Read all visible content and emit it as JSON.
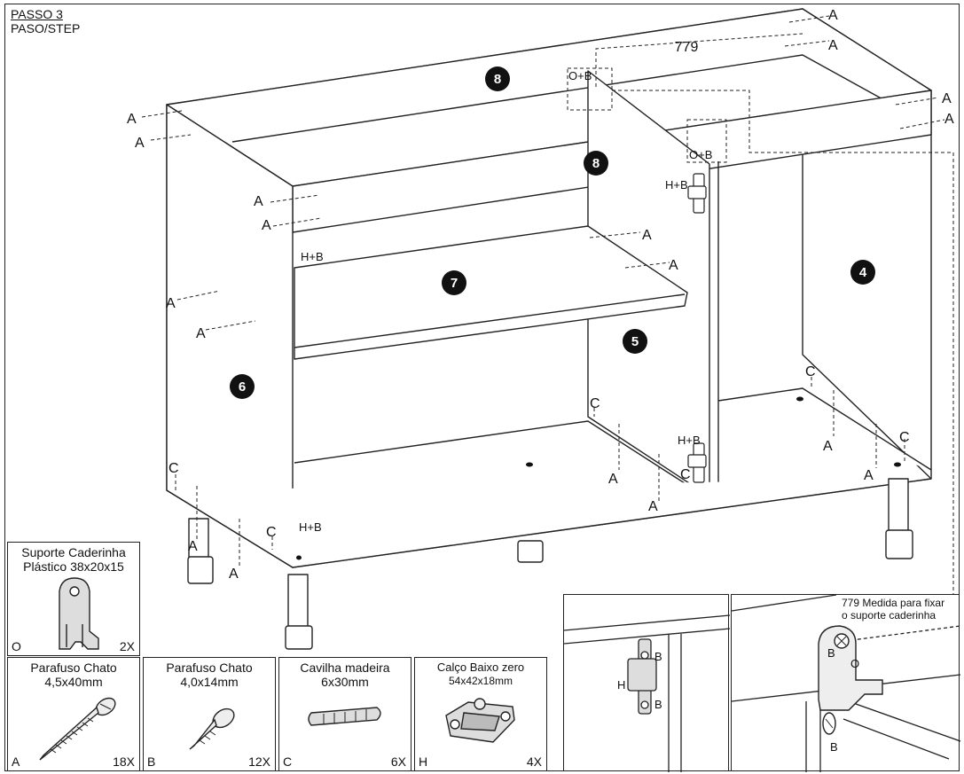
{
  "step": {
    "title": "PASSO 3",
    "subtitle": "PASO/STEP"
  },
  "dimension": {
    "value": "779",
    "callout": "O+B"
  },
  "callouts": {
    "hb": "H+B",
    "ob": "O+B"
  },
  "fastener_letters": {
    "a": "A",
    "c": "C",
    "b": "B",
    "h": "H",
    "o": "O"
  },
  "panels": [
    "8",
    "8",
    "7",
    "6",
    "5",
    "4"
  ],
  "parts": [
    {
      "code": "O",
      "name": "Suporte Caderinha",
      "spec": "Plástico 38x20x15",
      "qty": "2X",
      "icon": "bracket-icon"
    },
    {
      "code": "A",
      "name": "Parafuso Chato",
      "spec": "4,5x40mm",
      "qty": "18X",
      "icon": "long-screw-icon"
    },
    {
      "code": "B",
      "name": "Parafuso Chato",
      "spec": "4,0x14mm",
      "qty": "12X",
      "icon": "short-screw-icon"
    },
    {
      "code": "C",
      "name": "Cavilha madeira",
      "spec": "6x30mm",
      "qty": "6X",
      "icon": "dowel-icon"
    },
    {
      "code": "H",
      "name": "Calço Baixo zero",
      "spec": "54x42x18mm",
      "qty": "4X",
      "icon": "hinge-plate-icon"
    }
  ],
  "detail_note": {
    "line1": "779 Medida para fixar",
    "line2": "o suporte caderinha"
  }
}
